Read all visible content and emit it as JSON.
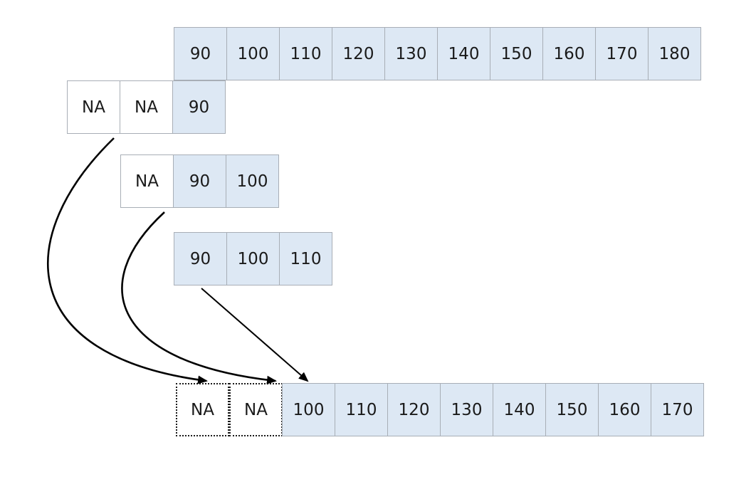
{
  "rows": {
    "top": [
      "90",
      "100",
      "110",
      "120",
      "130",
      "140",
      "150",
      "160",
      "170",
      "180"
    ],
    "lag2": [
      "NA",
      "NA",
      "90"
    ],
    "lag1": [
      "NA",
      "90",
      "100"
    ],
    "lag0": [
      "90",
      "100",
      "110"
    ],
    "result": [
      "NA",
      "NA",
      "100",
      "110",
      "120",
      "130",
      "140",
      "150",
      "160",
      "170"
    ]
  },
  "colors": {
    "value_fill": "#dde8f4",
    "na_fill": "#ffffff",
    "cell_border": "#a8aeb6",
    "arrow": "#000000"
  }
}
